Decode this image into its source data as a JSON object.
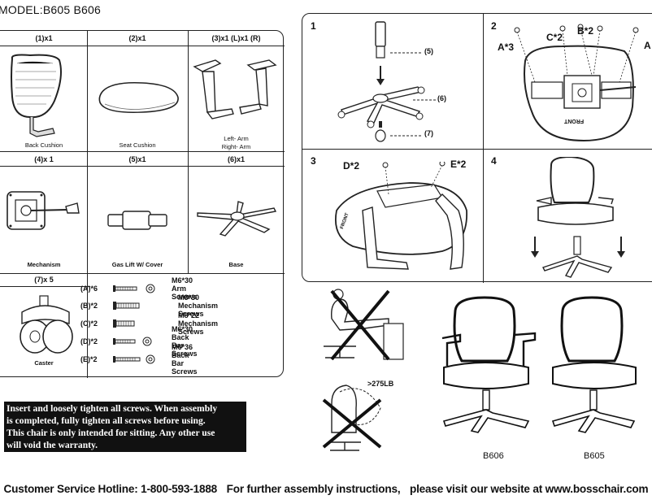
{
  "model_title": "MODEL:B605  B606",
  "parts": {
    "headers": [
      "(1)x1",
      "(2)x1",
      "(3)x1 (L)x1 (R)",
      "(4)x 1",
      "(5)x1",
      "(6)x1",
      "(7)x 5"
    ],
    "captions": {
      "back_cushion": "Back Cushion",
      "seat_cushion": "Seat Cushion",
      "left_arm": "Left- Arm",
      "right_arm": "Right- Arm",
      "mechanism": "Mechanism",
      "gas_lift": "Gas Lift W/ Cover",
      "base": "Base",
      "caster": "Caster"
    },
    "screws": [
      {
        "qty": "(A)*6",
        "desc": "M6*30 Arm Screws"
      },
      {
        "qty": "(B)*2",
        "desc": "M8*30 Mechanism Screws"
      },
      {
        "qty": "(C)*2",
        "desc": "M8*22 Mechanism Screws"
      },
      {
        "qty": "(D)*2",
        "desc": "M6*30 Back Bar Screws"
      },
      {
        "qty": "(E)*2",
        "desc": "M6*36 Back Bar Screws"
      }
    ]
  },
  "steps": {
    "nums": [
      "1",
      "2",
      "3",
      "4"
    ],
    "step1_labels": [
      "(5)",
      "(6)",
      "(7)"
    ],
    "step2_labels": [
      "A*3",
      "C*2",
      "B*2",
      "A"
    ],
    "step2_front": "FRONT",
    "step3_labels": [
      "D*2",
      "E*2"
    ],
    "step3_front": "FRONT"
  },
  "weight_limit": ">275LB",
  "models": [
    "B606",
    "B605"
  ],
  "warning_lines": [
    "Insert and loosely tighten all screws. When assembly",
    "is completed, fully tighten all screws before using.",
    "This chair is only intended for sitting. Any other use",
    "will void the warranty."
  ],
  "footer": {
    "hotline": "Customer Service Hotline: 1-800-593-1888",
    "instructions": "For further assembly instructions,",
    "website": "please visit our website at    www.bosschair.com"
  }
}
